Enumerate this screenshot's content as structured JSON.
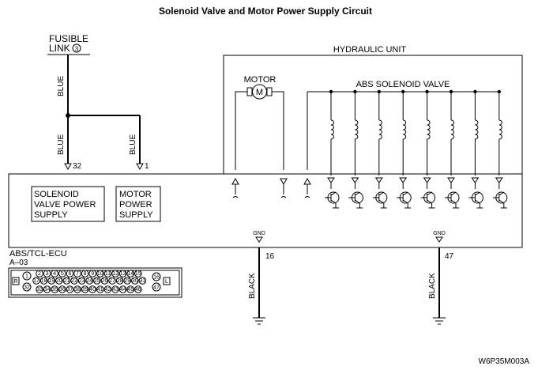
{
  "title": "Solenoid Valve and Motor Power Supply Circuit",
  "fusible_link": {
    "line1": "FUSIBLE",
    "line2": "LINK",
    "number": "3"
  },
  "hydraulic_unit": {
    "label": "HYDRAULIC UNIT",
    "motor_label": "MOTOR",
    "motor_symbol": "M",
    "valve_label": "ABS SOLENOID VALVE",
    "valve_count": 8
  },
  "wires": {
    "blue_top": "BLUE",
    "blue_left": "BLUE",
    "blue_right": "BLUE",
    "black_16": "BLACK",
    "black_47": "BLACK"
  },
  "pins": {
    "p32": "32",
    "p1": "1",
    "p16": "16",
    "p47": "47"
  },
  "gnd": {
    "left": "GND",
    "right": "GND"
  },
  "boxes": {
    "solenoid_supply": [
      "SOLENOID",
      "VALVE POWER",
      "SUPPLY"
    ],
    "motor_supply": [
      "MOTOR",
      "POWER",
      "SUPPLY"
    ]
  },
  "ecu": {
    "name": "ABS/TCL-ECU",
    "connector": "A–03"
  },
  "connector_face": {
    "row1": [
      "2",
      "3",
      "4",
      "5",
      "6",
      "7",
      "8",
      "9",
      "10",
      "11",
      "12",
      "13",
      "14",
      "15"
    ],
    "row2": [
      "17",
      "18",
      "19",
      "20",
      "21",
      "22",
      "23",
      "24",
      "25",
      "26",
      "27",
      "28",
      "29",
      "30",
      "31"
    ],
    "row3": [
      "33",
      "34",
      "35",
      "36",
      "37",
      "38",
      "39",
      "40",
      "41",
      "42",
      "43",
      "44",
      "45",
      "46"
    ],
    "left_pins": [
      "1",
      "32"
    ],
    "right_pins": [
      "16",
      "47"
    ],
    "left_tag": "R",
    "right_tag": "L"
  },
  "code": "W6P35M003A"
}
